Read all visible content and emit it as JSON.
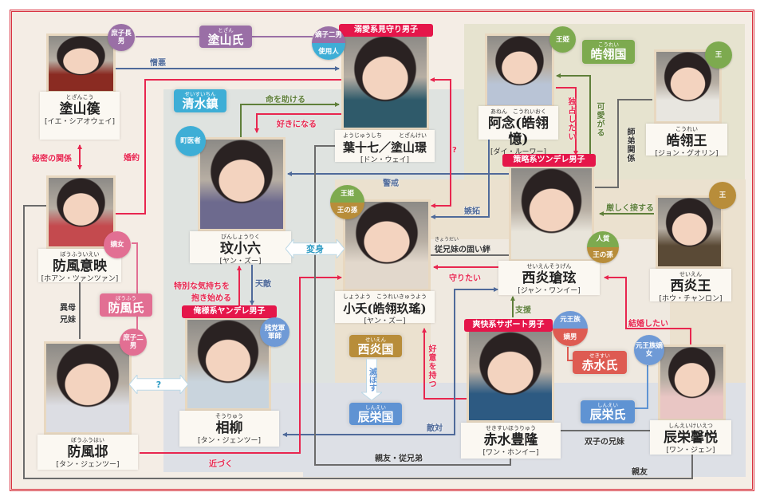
{
  "characters": [
    {
      "kana": "とざんこう",
      "name": "塗山篌",
      "actor": "[イエ・シアオウェイ]",
      "badges": [
        [
          "庶子長男"
        ]
      ]
    },
    {
      "kana": "ぼうふういえい",
      "name": "防風意映",
      "actor": "[ホアン・ツァンツァン]",
      "badges": [
        [
          "嫡女"
        ]
      ]
    },
    {
      "kana": "ぼうふうはい",
      "name": "防風邶",
      "actor": "[タン・ジェンツー]",
      "badges": [
        [
          "庶子二男"
        ]
      ]
    },
    {
      "kana": "びんしょうりく",
      "name": "玟小六",
      "actor": "[ヤン・ズー]",
      "badges": [
        [
          "町医者"
        ]
      ]
    },
    {
      "kana": "そうりゅう",
      "name": "相柳",
      "actor": "[タン・ジェンツー]",
      "tag": "俺様系ヤンデレ男子",
      "badges": [
        [
          "残党軍軍師"
        ]
      ]
    },
    {
      "kana": "ようじゅうしち　　　とざんけい",
      "name": "葉十七／塗山璟",
      "actor": "[ドン・ウェイ]",
      "tag": "溺愛系見守り男子",
      "badges": [
        [
          "嫡子二男",
          "使用人"
        ]
      ]
    },
    {
      "kana": "しょうよう　こうれいきゅうよう",
      "name": "小夭(皓翎玖瑤)",
      "actor": "[ヤン・ズー]",
      "badges": [
        [
          "王姫",
          "王の孫"
        ]
      ]
    },
    {
      "kana": "あねん　こうれいおく",
      "name": "阿念(皓翎憶)",
      "actor": "[ダイ・ルーワー]",
      "badges": [
        [
          "王姫"
        ]
      ]
    },
    {
      "kana": "こうれい",
      "name": "皓翎王",
      "actor": "[ジョン・グオリン]",
      "badges": [
        [
          "王"
        ]
      ]
    },
    {
      "kana": "せいえんそうげん",
      "name": "西炎瑲玹",
      "actor": "[ジャン・ワンイー]",
      "tag": "策略系ツンデレ男子",
      "badges": [
        [
          "人質",
          "王の孫"
        ]
      ]
    },
    {
      "kana": "せいえん",
      "name": "西炎王",
      "actor": "[ホウ・チャンロン]",
      "badges": [
        [
          "王"
        ]
      ]
    },
    {
      "kana": "せきすいほうりゅう",
      "name": "赤水豊隆",
      "actor": "[ワン・ホンイー]",
      "tag": "爽快系サポート男子",
      "badges": [
        [
          "元王族",
          "嫡男"
        ]
      ]
    },
    {
      "kana": "しんえいけいえつ",
      "name": "辰栄馨悦",
      "actor": "[ワン・ジェン]",
      "badges": [
        [
          "元王族嫡女"
        ]
      ]
    }
  ],
  "clans": [
    {
      "kana": "とざん",
      "name": "塗山氏"
    },
    {
      "kana": "せいすいちん",
      "name": "清水鎮"
    },
    {
      "kana": "ぼうふう",
      "name": "防風氏"
    },
    {
      "kana": "こうれい",
      "name": "皓翎国"
    },
    {
      "kana": "せいえん",
      "name": "西炎国"
    },
    {
      "kana": "しんえい",
      "name": "辰栄国"
    },
    {
      "kana": "せきすい",
      "name": "赤水氏"
    },
    {
      "kana": "しんえい",
      "name": "辰栄氏"
    }
  ],
  "relations": [
    {
      "label": "憎悪"
    },
    {
      "label": "命を助ける"
    },
    {
      "label": "好きになる"
    },
    {
      "label": "秘密の関係"
    },
    {
      "label": "婚約"
    },
    {
      "label": "?"
    },
    {
      "label": "警戒"
    },
    {
      "label": "嫉妬"
    },
    {
      "label": "天敵"
    },
    {
      "label": "特別な気持ちを"
    },
    {
      "label": "抱き始める"
    },
    {
      "label": "異母"
    },
    {
      "label": "兄妹"
    },
    {
      "label": "近づく"
    },
    {
      "label": "従兄妹の固い絆",
      "kana": "きょうだい"
    },
    {
      "label": "守りたい"
    },
    {
      "label": "支援"
    },
    {
      "label": "好意を持つ"
    },
    {
      "label": "敵対"
    },
    {
      "label": "親友・従兄弟"
    },
    {
      "label": "双子の兄妹"
    },
    {
      "label": "親友"
    },
    {
      "label": "結婚したい"
    },
    {
      "label": "厳しく接する"
    },
    {
      "label": "独占したい"
    },
    {
      "label": "可愛がる"
    },
    {
      "label": "師弟関係"
    }
  ],
  "arrows": {
    "transform": "変身",
    "unknown": "?",
    "destroy": "滅ぼす"
  },
  "colors": {
    "red": "#e8264f",
    "blue": "#4f6a9a",
    "green": "#5f7f3a",
    "grey": "#6b6b6b",
    "purple": "#9a6fa6",
    "pink": "#e26f93",
    "teal": "#3eaed6",
    "gold": "#b88d3a",
    "clanblue": "#5f93d3",
    "clanred": "#de5b52",
    "leaf": "#7daa4f"
  }
}
